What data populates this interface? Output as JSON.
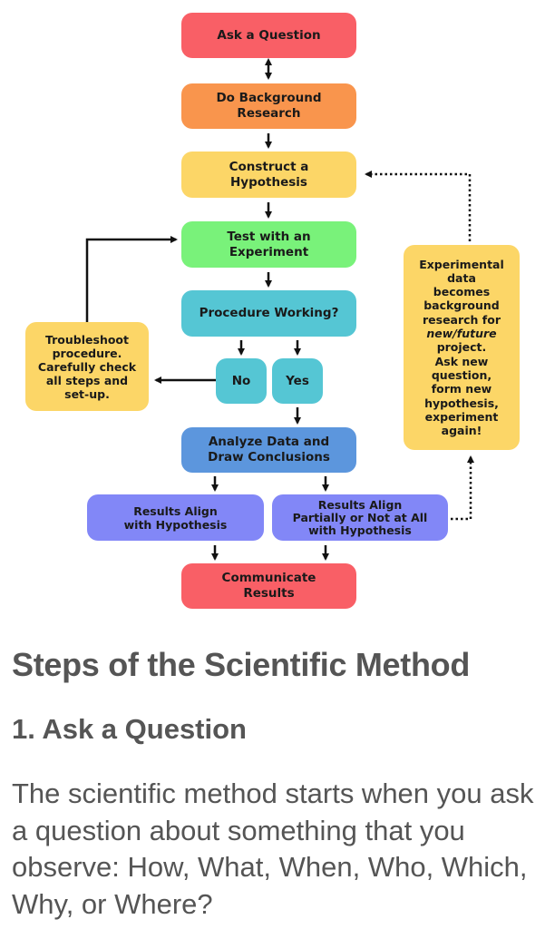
{
  "flowchart": {
    "title": "Scientific Method Flowchart",
    "colors": {
      "ask": "#f95f66",
      "research": "#f95f66",
      "hypothesis": "#fcd667",
      "experiment": "#79f27a",
      "procedure": "#55c6d4",
      "analyze": "#5c96dd",
      "results": "#8287f7",
      "communicate": "#f95f66"
    },
    "nodes": {
      "ask_question": "Ask a Question",
      "background_research": "Do Background\nResearch",
      "construct_hypothesis": "Construct a\nHypothesis",
      "test_experiment": "Test with an\nExperiment",
      "procedure_working": "Procedure Working?",
      "no": "No",
      "yes": "Yes",
      "troubleshoot": "Troubleshoot\nprocedure.\nCarefully check\nall steps and\nset-up.",
      "analyze_data": "Analyze Data and\nDraw Conclusions",
      "results_align": "Results Align\nwith Hypothesis",
      "results_partial": "Results Align\nPartially or Not at All\nwith Hypothesis",
      "communicate_results": "Communicate\nResults",
      "experimental_data_note_part1": "Experimental\ndata\nbecomes\nbackground\nresearch for",
      "experimental_data_note_italic": "new/future",
      "experimental_data_note_part2": "project.\nAsk new\nquestion,\nform new\nhypothesis,\nexperiment\nagain!"
    }
  },
  "article": {
    "heading": "Steps of the Scientific Method",
    "step_heading": "1. Ask a Question",
    "paragraph": "The scientific method starts when you ask a question about something that you observe: How, What, When, Who, Which, Why, or Where?"
  }
}
